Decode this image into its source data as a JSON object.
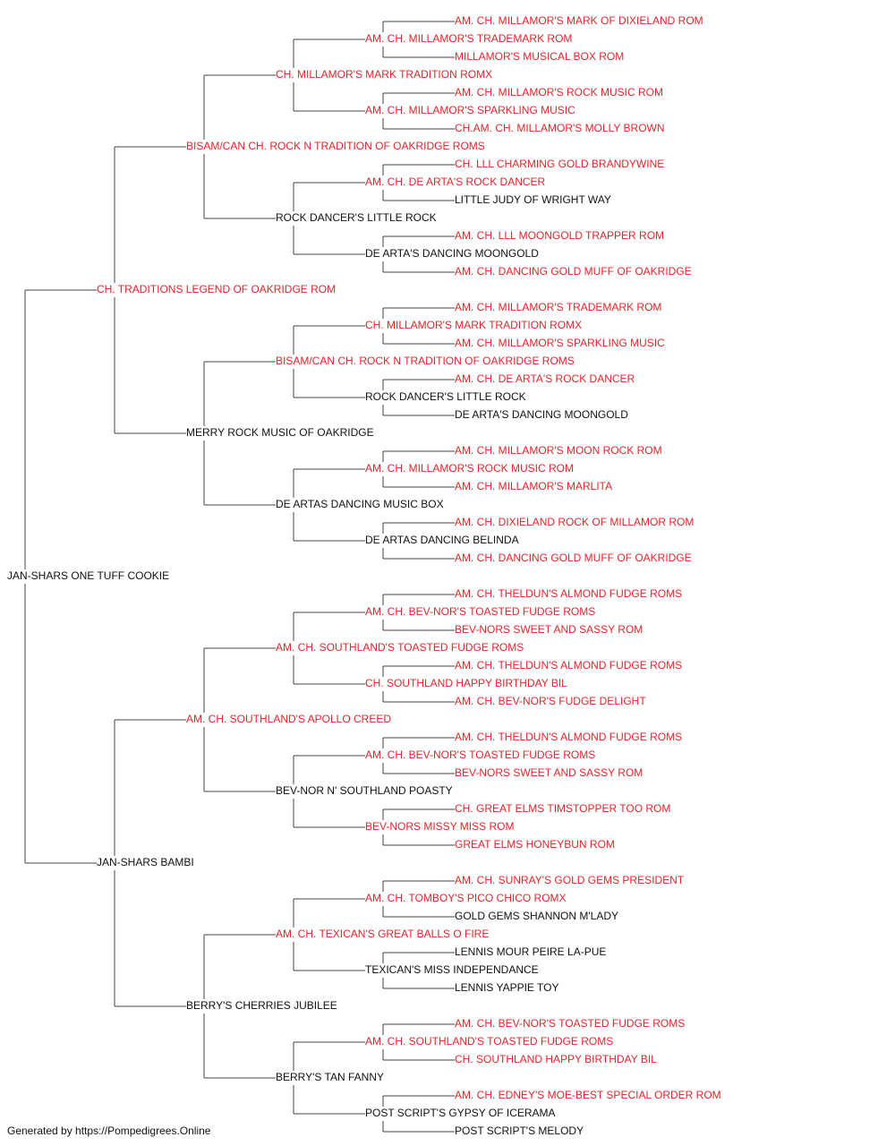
{
  "colors": {
    "champion": "#e8232a",
    "normal": "#111111",
    "connector": "#444444"
  },
  "pedigree": {
    "name": "JAN-SHARS ONE TUFF COOKIE",
    "champion": false,
    "sire": {
      "name": "CH. TRADITIONS LEGEND OF OAKRIDGE ROM",
      "champion": true,
      "sire": {
        "name": "BISAM/CAN CH. ROCK N TRADITION OF OAKRIDGE ROMS",
        "champion": true,
        "sire": {
          "name": "CH. MILLAMOR'S MARK TRADITION ROMX",
          "champion": true,
          "sire": {
            "name": "AM. CH. MILLAMOR'S TRADEMARK ROM",
            "champion": true,
            "sire": {
              "name": "AM. CH. MILLAMOR'S MARK OF DIXIELAND ROM",
              "champion": true
            },
            "dam": {
              "name": "MILLAMOR'S MUSICAL BOX ROM",
              "champion": true
            }
          },
          "dam": {
            "name": "AM. CH. MILLAMOR'S SPARKLING MUSIC",
            "champion": true,
            "sire": {
              "name": "AM. CH. MILLAMOR'S ROCK MUSIC ROM",
              "champion": true
            },
            "dam": {
              "name": "CH.AM. CH. MILLAMOR'S MOLLY BROWN",
              "champion": true
            }
          }
        },
        "dam": {
          "name": "ROCK DANCER'S LITTLE ROCK",
          "champion": false,
          "sire": {
            "name": "AM. CH. DE ARTA'S ROCK DANCER",
            "champion": true,
            "sire": {
              "name": "CH. LLL CHARMING GOLD BRANDYWINE",
              "champion": true
            },
            "dam": {
              "name": "LITTLE JUDY OF WRIGHT WAY",
              "champion": false
            }
          },
          "dam": {
            "name": "DE ARTA'S DANCING MOONGOLD",
            "champion": false,
            "sire": {
              "name": "AM. CH. LLL MOONGOLD TRAPPER ROM",
              "champion": true
            },
            "dam": {
              "name": "AM. CH. DANCING GOLD MUFF OF OAKRIDGE",
              "champion": true
            }
          }
        }
      },
      "dam": {
        "name": "MERRY ROCK MUSIC OF OAKRIDGE",
        "champion": false,
        "sire": {
          "name": "BISAM/CAN CH. ROCK N TRADITION OF OAKRIDGE ROMS",
          "champion": true,
          "sire": {
            "name": "CH. MILLAMOR'S MARK TRADITION ROMX",
            "champion": true,
            "sire": {
              "name": "AM. CH. MILLAMOR'S TRADEMARK ROM",
              "champion": true
            },
            "dam": {
              "name": "AM. CH. MILLAMOR'S SPARKLING MUSIC",
              "champion": true
            }
          },
          "dam": {
            "name": "ROCK DANCER'S LITTLE ROCK",
            "champion": false,
            "sire": {
              "name": "AM. CH. DE ARTA'S ROCK DANCER",
              "champion": true
            },
            "dam": {
              "name": "DE ARTA'S DANCING MOONGOLD",
              "champion": false
            }
          }
        },
        "dam": {
          "name": "DE ARTAS DANCING MUSIC BOX",
          "champion": false,
          "sire": {
            "name": "AM. CH. MILLAMOR'S ROCK MUSIC ROM",
            "champion": true,
            "sire": {
              "name": "AM. CH. MILLAMOR'S MOON ROCK ROM",
              "champion": true
            },
            "dam": {
              "name": "AM. CH. MILLAMOR'S MARLITA",
              "champion": true
            }
          },
          "dam": {
            "name": "DE ARTAS DANCING BELINDA",
            "champion": false,
            "sire": {
              "name": "AM. CH. DIXIELAND ROCK OF MILLAMOR ROM",
              "champion": true
            },
            "dam": {
              "name": "AM. CH. DANCING GOLD MUFF OF OAKRIDGE",
              "champion": true
            }
          }
        }
      }
    },
    "dam": {
      "name": "JAN-SHARS BAMBI",
      "champion": false,
      "sire": {
        "name": "AM. CH. SOUTHLAND'S APOLLO CREED",
        "champion": true,
        "sire": {
          "name": "AM. CH. SOUTHLAND'S TOASTED FUDGE ROMS",
          "champion": true,
          "sire": {
            "name": "AM. CH. BEV-NOR'S TOASTED FUDGE ROMS",
            "champion": true,
            "sire": {
              "name": "AM. CH. THELDUN'S ALMOND FUDGE ROMS",
              "champion": true
            },
            "dam": {
              "name": "BEV-NORS SWEET AND SASSY ROM",
              "champion": true
            }
          },
          "dam": {
            "name": "CH. SOUTHLAND HAPPY BIRTHDAY BIL",
            "champion": true,
            "sire": {
              "name": "AM. CH. THELDUN'S ALMOND FUDGE ROMS",
              "champion": true
            },
            "dam": {
              "name": "AM. CH. BEV-NOR'S FUDGE DELIGHT",
              "champion": true
            }
          }
        },
        "dam": {
          "name": "BEV-NOR N' SOUTHLAND POASTY",
          "champion": false,
          "sire": {
            "name": "AM. CH. BEV-NOR'S TOASTED FUDGE ROMS",
            "champion": true,
            "sire": {
              "name": "AM. CH. THELDUN'S ALMOND FUDGE ROMS",
              "champion": true
            },
            "dam": {
              "name": "BEV-NORS SWEET AND SASSY ROM",
              "champion": true
            }
          },
          "dam": {
            "name": "BEV-NORS MISSY MISS ROM",
            "champion": true,
            "sire": {
              "name": "CH. GREAT ELMS TIMSTOPPER TOO ROM",
              "champion": true
            },
            "dam": {
              "name": "GREAT ELMS HONEYBUN ROM",
              "champion": true
            }
          }
        }
      },
      "dam": {
        "name": "BERRY'S CHERRIES JUBILEE",
        "champion": false,
        "sire": {
          "name": "AM. CH. TEXICAN'S GREAT BALLS O FIRE",
          "champion": true,
          "sire": {
            "name": "AM. CH. TOMBOY'S PICO CHICO ROMX",
            "champion": true,
            "sire": {
              "name": "AM. CH. SUNRAY'S GOLD GEMS PRESIDENT",
              "champion": true
            },
            "dam": {
              "name": "GOLD GEMS SHANNON M'LADY",
              "champion": false
            }
          },
          "dam": {
            "name": "TEXICAN'S MISS INDEPENDANCE",
            "champion": false,
            "sire": {
              "name": "LENNIS MOUR PEIRE LA-PUE",
              "champion": false
            },
            "dam": {
              "name": "LENNIS YAPPIE TOY",
              "champion": false
            }
          }
        },
        "dam": {
          "name": "BERRY'S TAN FANNY",
          "champion": false,
          "sire": {
            "name": "AM. CH. SOUTHLAND'S TOASTED FUDGE ROMS",
            "champion": true,
            "sire": {
              "name": "AM. CH. BEV-NOR'S TOASTED FUDGE ROMS",
              "champion": true
            },
            "dam": {
              "name": "CH. SOUTHLAND HAPPY BIRTHDAY BIL",
              "champion": true
            }
          },
          "dam": {
            "name": "POST SCRIPT'S GYPSY OF ICERAMA",
            "champion": false,
            "sire": {
              "name": "AM. CH. EDNEY'S MOE-BEST SPECIAL ORDER ROM",
              "champion": true
            },
            "dam": {
              "name": "POST SCRIPT'S MELODY",
              "champion": false
            }
          }
        }
      }
    }
  },
  "footer": {
    "text": "Generated by https://Pompedigrees.Online"
  }
}
